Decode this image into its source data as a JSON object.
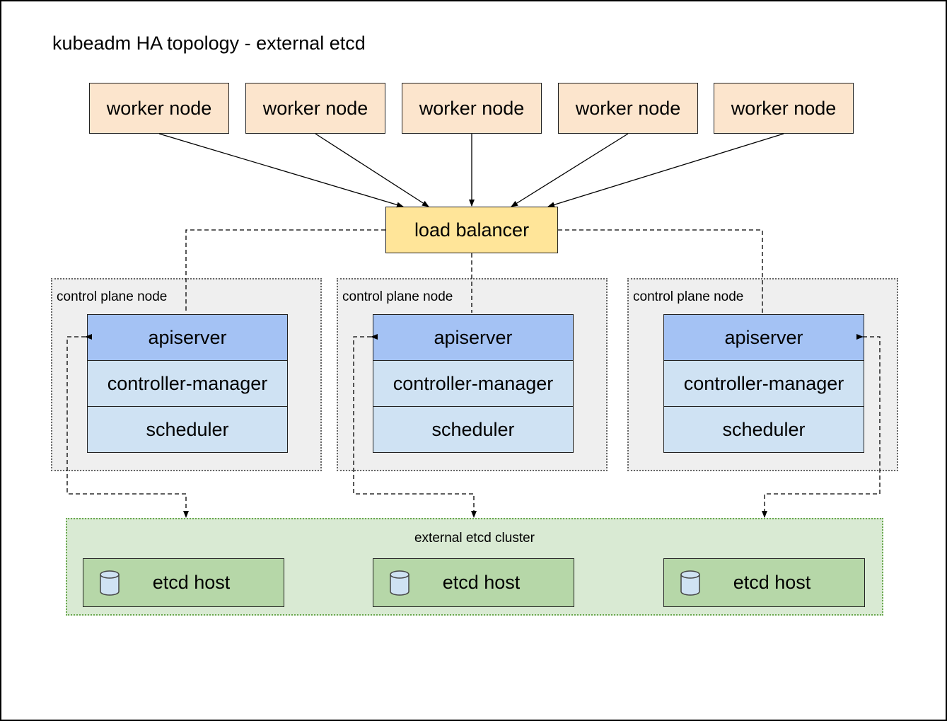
{
  "title": "kubeadm HA topology - external etcd",
  "workers": [
    "worker node",
    "worker node",
    "worker node",
    "worker node",
    "worker node"
  ],
  "load_balancer": "load balancer",
  "control_planes": [
    {
      "label": "control plane node",
      "components": [
        "apiserver",
        "controller-manager",
        "scheduler"
      ]
    },
    {
      "label": "control plane node",
      "components": [
        "apiserver",
        "controller-manager",
        "scheduler"
      ]
    },
    {
      "label": "control plane node",
      "components": [
        "apiserver",
        "controller-manager",
        "scheduler"
      ]
    }
  ],
  "etcd_cluster": {
    "label": "external etcd cluster",
    "hosts": [
      "etcd host",
      "etcd host",
      "etcd host"
    ]
  },
  "colors": {
    "worker": "#fce5cd",
    "load_balancer": "#ffe599",
    "control_plane_bg": "#efefef",
    "apiserver": "#a4c2f4",
    "component": "#cfe2f3",
    "etcd_cluster_bg": "#d9ead3",
    "etcd_host": "#b6d7a8"
  }
}
